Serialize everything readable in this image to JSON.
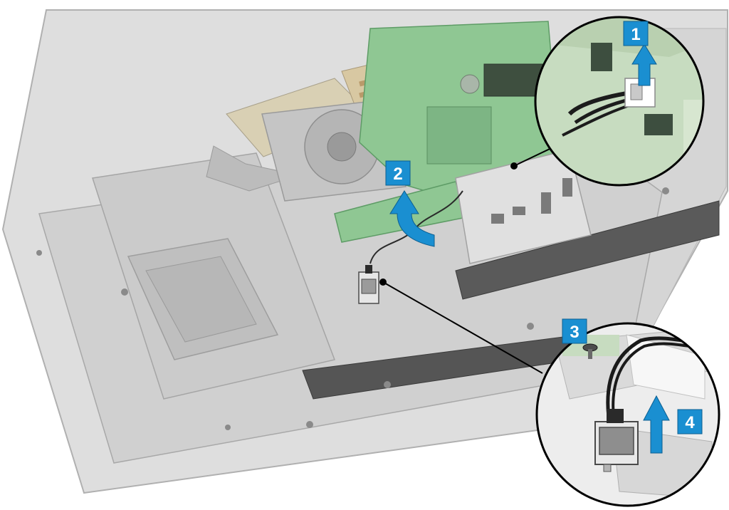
{
  "steps": [
    {
      "number": "1"
    },
    {
      "number": "2"
    },
    {
      "number": "3"
    },
    {
      "number": "4"
    }
  ],
  "colors": {
    "callout_badge": "#1a8fd1",
    "arrow_fill": "#1a8fd1",
    "chassis_gray": "#c6c6c6",
    "motherboard_green": "#8fc793",
    "leader_line": "#000000"
  },
  "icons": {
    "arrow_up": "arrow-up-icon",
    "arrow_curved": "curved-arrow-icon",
    "screw": "screw-icon",
    "cable": "cable-icon",
    "solenoid": "solenoid-icon"
  }
}
